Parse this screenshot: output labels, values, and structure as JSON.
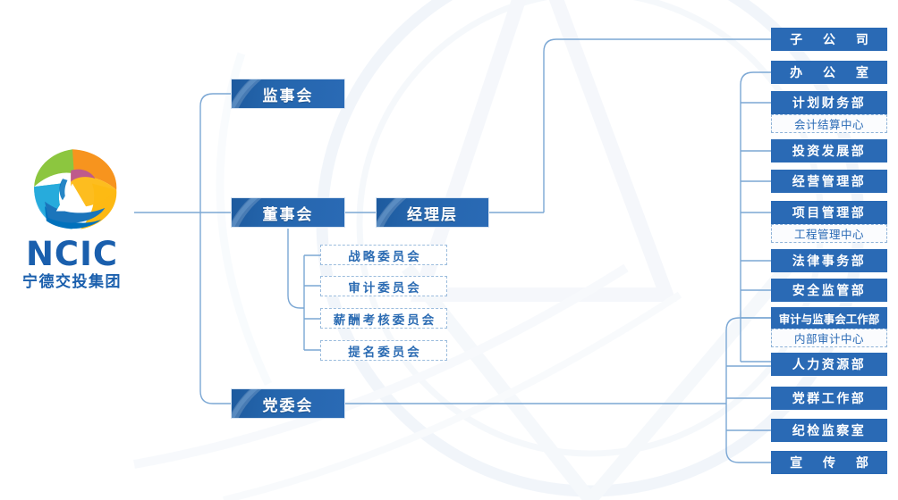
{
  "document": {
    "title": "宁德交投集团组织架构图",
    "accent_color": "#2a6ab5",
    "box_dark_color": "#1d5a9e",
    "line_color": "#7ba7d4",
    "sub_text_color": "#2a6ab5"
  },
  "logo": {
    "mark_name": "ncic-petal-logo",
    "wordmark": "NCIC",
    "subtitle": "宁德交投集团",
    "colors": {
      "green": "#8cc63f",
      "orange": "#f7941e",
      "amber": "#fdb913",
      "teal": "#00a99d",
      "cyan": "#29abe2",
      "blue": "#0071bc",
      "magenta": "#be5a8c"
    }
  },
  "governance": [
    {
      "id": "supervisory-board",
      "label": "监事会"
    },
    {
      "id": "board-of-directors",
      "label": "董事会"
    },
    {
      "id": "party-committee",
      "label": "党委会"
    }
  ],
  "management": {
    "id": "management-level",
    "label": "经理层"
  },
  "committees": [
    {
      "id": "strategy-committee",
      "label": "战略委员会"
    },
    {
      "id": "audit-committee",
      "label": "审计委员会"
    },
    {
      "id": "remuneration-committee",
      "label": "薪酬考核委员会"
    },
    {
      "id": "nomination-committee",
      "label": "提名委员会"
    }
  ],
  "departments": [
    {
      "id": "subsidiary",
      "label": "子  公  司",
      "spaced": true,
      "sub": null
    },
    {
      "id": "office",
      "label": "办  公  室",
      "spaced": true,
      "sub": null
    },
    {
      "id": "planning-finance",
      "label": "计划财务部",
      "spaced": false,
      "sub": "会计结算中心"
    },
    {
      "id": "investment-development",
      "label": "投资发展部",
      "spaced": false,
      "sub": null
    },
    {
      "id": "operations-management",
      "label": "经营管理部",
      "spaced": false,
      "sub": null
    },
    {
      "id": "project-management",
      "label": "项目管理部",
      "spaced": false,
      "sub": "工程管理中心"
    },
    {
      "id": "legal-affairs",
      "label": "法律事务部",
      "spaced": false,
      "sub": null
    },
    {
      "id": "safety-supervision",
      "label": "安全监管部",
      "spaced": false,
      "sub": null
    },
    {
      "id": "audit-supervisory-work",
      "label": "审计与监事会工作部",
      "spaced": false,
      "tight": true,
      "sub": "内部审计中心"
    },
    {
      "id": "human-resources",
      "label": "人力资源部",
      "spaced": false,
      "sub": null
    },
    {
      "id": "party-mass-work",
      "label": "党群工作部",
      "spaced": false,
      "sub": null
    },
    {
      "id": "discipline-inspection",
      "label": "纪检监察室",
      "spaced": false,
      "sub": null
    },
    {
      "id": "publicity",
      "label": "宣  传  部",
      "spaced": true,
      "sub": null
    }
  ]
}
